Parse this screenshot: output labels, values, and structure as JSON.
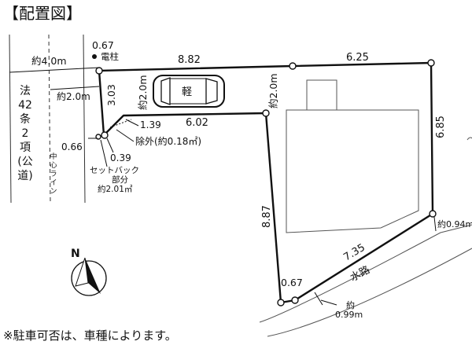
{
  "title": "【配置図】",
  "note": "※駐車可否は、車種によります。",
  "road": {
    "width_label": "約4.0m",
    "half_width_label": "約2.0m",
    "classification": [
      "法",
      "42",
      "条",
      "2",
      "項",
      "(公",
      "道)"
    ],
    "center_line": [
      "中",
      "心",
      "ラ",
      "イ",
      "ン"
    ]
  },
  "labels": {
    "pole": "電柱",
    "car": "軽",
    "exclusion": "除外(約0.18㎡)",
    "setback": [
      "セットバック",
      "部分",
      "約2.01㎡"
    ],
    "waterway": "水路",
    "north": "N"
  },
  "dimensions": {
    "d_067_top": "0.67",
    "d_882": "8.82",
    "d_625": "6.25",
    "d_303": "3.03",
    "d_20_left": "約2.0m",
    "d_20_right": "約2.0m",
    "d_139": "1.39",
    "d_602": "6.02",
    "d_066": "0.66",
    "d_039": "0.39",
    "d_685": "6.85",
    "d_887": "8.87",
    "d_735": "7.35",
    "d_067_bottom": "0.67",
    "d_094": "約0.94m",
    "d_099_a": "約",
    "d_099_b": "0.99m"
  }
}
